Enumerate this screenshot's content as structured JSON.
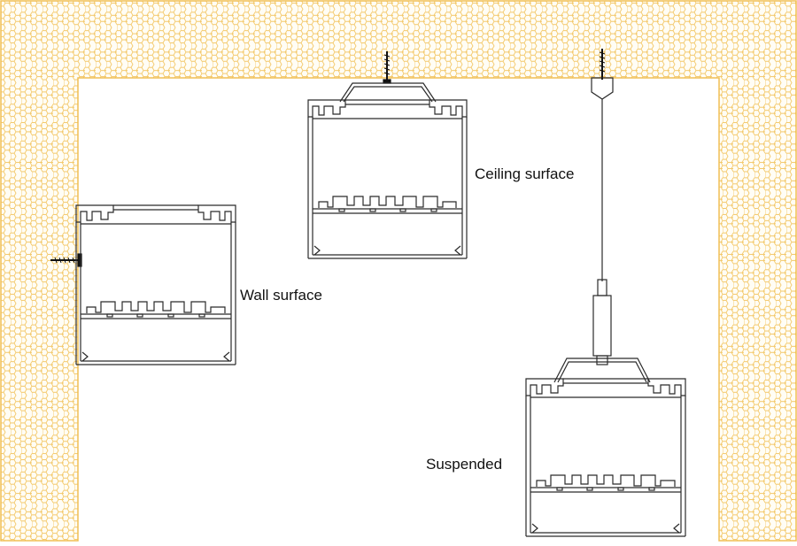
{
  "diagram": {
    "labels": {
      "ceiling": "Ceiling surface",
      "wall": "Wall surface",
      "suspended": "Suspended"
    },
    "colors": {
      "hex_line": "#f3c86a",
      "hex_fill": "#fffdf5",
      "border": "#f0bf55",
      "stroke": "#2b2b2b",
      "screw": "#111111"
    },
    "mounting_methods": [
      "ceiling",
      "wall",
      "suspended"
    ]
  }
}
